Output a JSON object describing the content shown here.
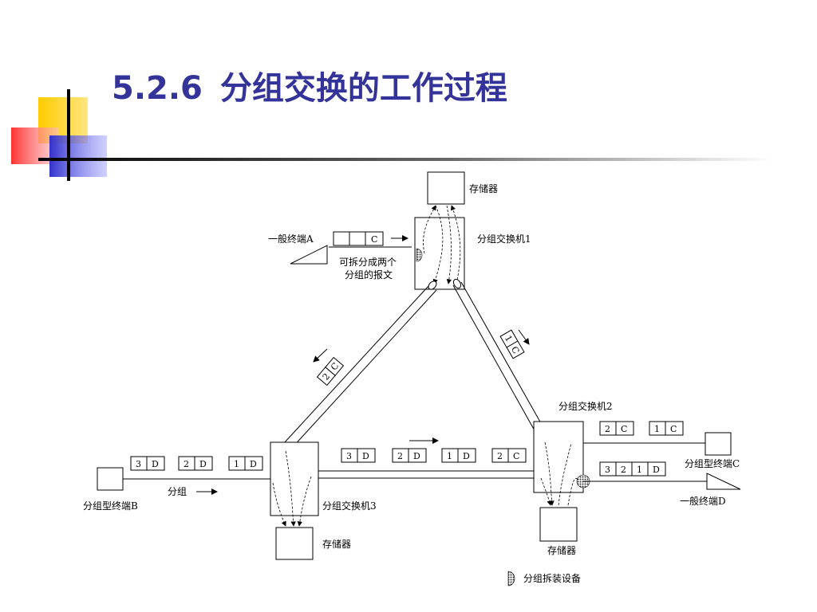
{
  "title": {
    "number": "5.2.6",
    "text": "分组交换的工作过程"
  },
  "labels": {
    "storage_top": "存储器",
    "storage_left": "存储器",
    "storage_right": "存储器",
    "switch1": "分组交换机1",
    "switch2": "分组交换机2",
    "switch3": "分组交换机3",
    "terminal_a": "一般终端A",
    "terminal_b": "分组型终端B",
    "terminal_c": "分组型终端C",
    "terminal_d": "一般终端D",
    "note_line1": "可拆分成两个",
    "note_line2": "分组的报文",
    "packet_label": "分组",
    "legend": "分组拆装设备"
  },
  "packets": {
    "a_msg": "C",
    "s1_s2": [
      "1",
      "C"
    ],
    "s1_s3": [
      "2",
      "C"
    ],
    "b_out": [
      [
        "3",
        "D"
      ],
      [
        "2",
        "D"
      ],
      [
        "1",
        "D"
      ]
    ],
    "s3_s2": [
      [
        "3",
        "D"
      ],
      [
        "2",
        "D"
      ],
      [
        "1",
        "D"
      ],
      [
        "2",
        "C"
      ]
    ],
    "s2_c": [
      [
        "2",
        "C"
      ],
      [
        "1",
        "C"
      ]
    ],
    "d_msg": [
      "3",
      "2",
      "1",
      "D"
    ]
  },
  "colors": {
    "title": "#333399",
    "accent_yellow": "#ffcc00",
    "accent_red": "#ff3333",
    "accent_blue": "#3333cc"
  }
}
